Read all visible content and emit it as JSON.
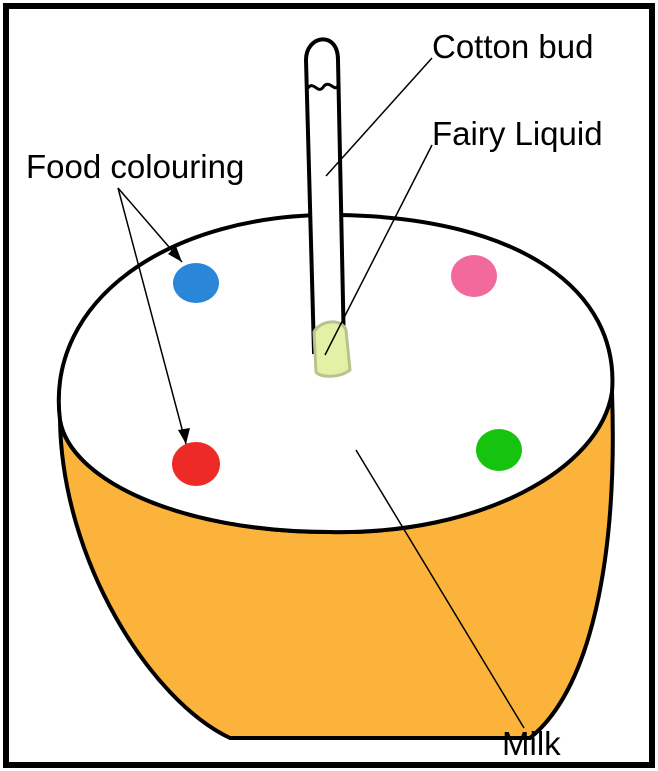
{
  "labels": {
    "cotton_bud": "Cotton bud",
    "fairy_liquid": "Fairy Liquid",
    "food_colouring": "Food colouring",
    "milk": "Milk"
  },
  "colors": {
    "frame": "#000000",
    "bowl": "#FBB33B",
    "milk": "#FFFFFF",
    "cotton_tip": "#E3F1A6",
    "cotton_tip_outline": "#B7C28C",
    "dot_blue": "#2A86D9",
    "dot_pink": "#F2699B",
    "dot_red": "#EE2A26",
    "dot_green": "#16C40F"
  },
  "dot_colors": [
    "blue",
    "pink",
    "red",
    "green"
  ]
}
